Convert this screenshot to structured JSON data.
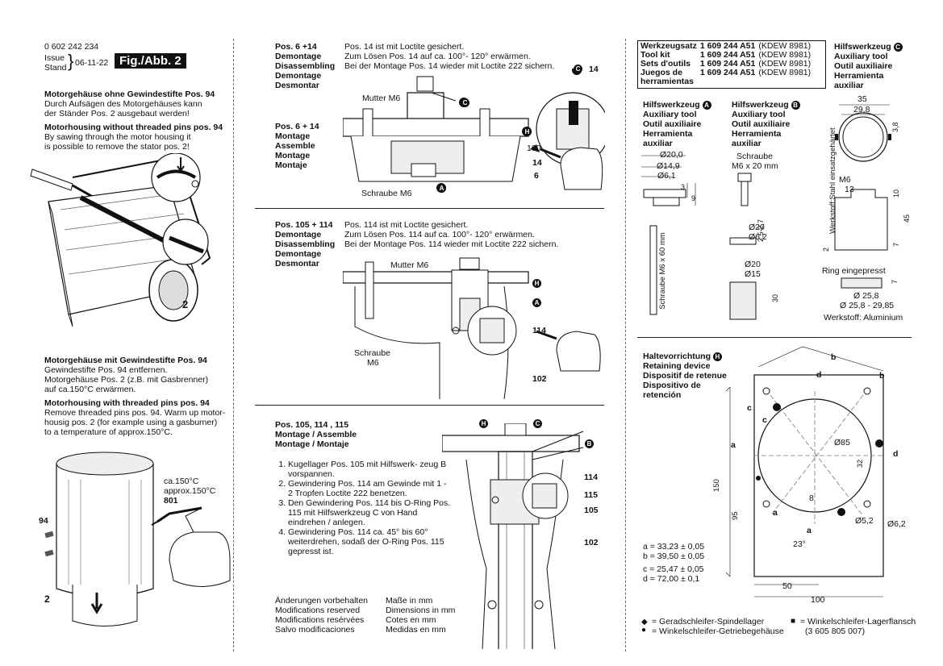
{
  "header": {
    "part_no": "0 602 242 234",
    "issue_label": "Issue",
    "stand_label": "Stand",
    "date": "06-11-22",
    "fig_label": "Fig./Abb. 2"
  },
  "col1": {
    "s1_title_de": "Motorgehäuse ohne Gewindestifte Pos. 94",
    "s1_text_de": [
      "Durch Aufsägen des Motorgehäuses kann",
      "der Ständer Pos. 2 ausgebaut werden!"
    ],
    "s1_title_en": "Motorhousing without threaded pins pos. 94",
    "s1_text_en": [
      "By sawing through the motor housing it",
      "is possible to remove the stator pos. 2!"
    ],
    "fig1_label_2": "2",
    "s2_title_de": "Motorgehäuse mit Gewindestifte Pos. 94",
    "s2_text_de": [
      "Gewindestifte Pos. 94 entfernen.",
      "Motorgehäuse Pos. 2 (z.B. mit Gasbrenner)",
      "auf ca.150°C erwärmen."
    ],
    "s2_title_en": "Motorhousing with threaded pins pos. 94",
    "s2_text_en": [
      "Remove threaded pins pos. 94. Warm up motor-",
      "housig pos. 2 (for example using a gasburner)",
      "to a temperature of approx.150°C."
    ],
    "fig2_temp": [
      "ca.150°C",
      "approx.150°C"
    ],
    "fig2_801": "801",
    "fig2_94": "94",
    "fig2_2": "2"
  },
  "col2": {
    "s1_pos": "Pos. 6 +14",
    "s1_ops": [
      "Demontage",
      "Disassembling",
      "Demontage",
      "Desmontar"
    ],
    "s1_text": [
      "Pos. 14 ist mit Loctite gesichert.",
      "Zum Lösen Pos. 14 auf ca. 100°- 120° erwärmen.",
      "Bei der Montage Pos. 14 wieder mit Loctite 222 sichern."
    ],
    "s1_pos2": "Pos. 6 + 14",
    "s1_ops2": [
      "Montage",
      "Assemble",
      "Montage",
      "Montaje"
    ],
    "f1_mutter": "Mutter M6",
    "f1_schraube": "Schraube M6",
    "f1_100": "100",
    "f1_14": "14",
    "f1_6": "6",
    "f1_c14": "14",
    "s2_pos": "Pos. 105 + 114",
    "s2_ops": [
      "Demontage",
      "Disassembling",
      "Demontage",
      "Desmontar"
    ],
    "s2_text": [
      "Pos. 114 ist mit Loctite gesichert.",
      "Zum Lösen Pos. 114 auf ca. 100°- 120° erwärmen.",
      "Bei der Montage Pos. 114 wieder mit Loctite 222 sichern."
    ],
    "f2_mutter": "Mutter M6",
    "f2_schraube": [
      "Schraube",
      "M6"
    ],
    "f2_114": "114",
    "f2_102": "102",
    "s3_pos": "Pos. 105, 114 , 115",
    "s3_ops": [
      "Montage / Assemble",
      "Montage / Montaje"
    ],
    "steps": [
      "Kugellager Pos. 105 mit Hilfswerk- zeug B vorspannen.",
      "Gewindering Pos. 114 am Gewinde mit 1 - 2 Tropfen Loctite 222 benetzen.",
      "Den Gewindering Pos. 114 bis O-Ring Pos. 115 mit Hilfswerkzeug C von Hand eindrehen / anlegen.",
      "Gewindering Pos. 114 ca. 45° bis 60° weiterdrehen, sodaß der O-Ring Pos. 115 gepresst ist."
    ],
    "f3_114": "114",
    "f3_115": "115",
    "f3_105": "105",
    "f3_102": "102",
    "mods": [
      "Änderungen vorbehalten",
      "Modifications reserved",
      "Modifications resérvées",
      "Salvo modificaciones"
    ],
    "dims": [
      "Maße in mm",
      "Dimensions in mm",
      "Cotes en mm",
      "Medidas en mm"
    ]
  },
  "col3": {
    "kit": [
      {
        "label": "Werkzeugsatz",
        "no": "1 609 244 A51",
        "ref": "(KDEW 8981)"
      },
      {
        "label": "Tool kit",
        "no": "1 609 244 A51",
        "ref": "(KDEW 8981)"
      },
      {
        "label": "Sets d'outils",
        "no": "1 609 244 A51",
        "ref": "(KDEW 8981)"
      },
      {
        "label": "Juegos de",
        "no": "1 609 244 A51",
        "ref": "(KDEW 8981)"
      },
      {
        "label": "herramientas",
        "no": "",
        "ref": ""
      }
    ],
    "toolA_title": "Hilfswerkzeug",
    "tool_lines": [
      "Auxiliary tool",
      "Outil auxiliaire",
      "Herramienta",
      "auxiliar"
    ],
    "toolB_title": "Hilfswerkzeug",
    "toolC_title": "Hilfswerkzeug",
    "toolC_lines": [
      "Auxiliary tool",
      "Outil auxiliaire",
      "Herramienta",
      "auxiliar"
    ],
    "A_dims": [
      "Ø20,0",
      "Ø14,9",
      "Ø6,1",
      "3",
      "9"
    ],
    "A_pin": "Schraube M6 x 60 mm",
    "B_screw": [
      "Schraube",
      "M6 x 20 mm"
    ],
    "B_dims": [
      "Ø20",
      "Ø6,2",
      "2,5-2,7",
      "Ø20",
      "Ø15",
      "30"
    ],
    "C_dims": [
      "35",
      "29,8",
      "3,8",
      "M6",
      "13",
      "10",
      "45",
      "7",
      "2"
    ],
    "C_vert": "Werkstoff:Stahl einsatzgehärtet",
    "C_ring": "Ring eingepresst",
    "C_ring_dims": [
      "7",
      "Ø 25,8",
      "Ø 25,8 - 29,85"
    ],
    "C_material": "Werkstoff: Aluminium",
    "holder_title": "Haltevorrichtung",
    "holder_lines": [
      "Retaining device",
      "Dispositif de retenue",
      "Dispositivo de",
      "retención"
    ],
    "holder_dims": [
      "b",
      "b",
      "d",
      "c",
      "c",
      "a",
      "Ø85",
      "32",
      "d",
      "8",
      "a",
      "Ø5,2",
      "Ø6,2",
      "a",
      "23°",
      "150",
      "95",
      "50",
      "100"
    ],
    "formulas": [
      "a  = 33,23 ± 0,05",
      "b  = 39,50 ± 0,05",
      "c  = 25,47 ± 0,05",
      "d  = 72,00 ± 0,1"
    ],
    "legend_diamond": [
      "= Geradschleifer-Spindellager",
      "= Winkelschleifer-Getriebegehäuse"
    ],
    "legend_square": [
      "= Winkelschleifer-Lagerflansch",
      "(3 605 805 007)"
    ],
    "circle_labels": {
      "A": "A",
      "B": "B",
      "C": "C",
      "H": "H"
    }
  }
}
